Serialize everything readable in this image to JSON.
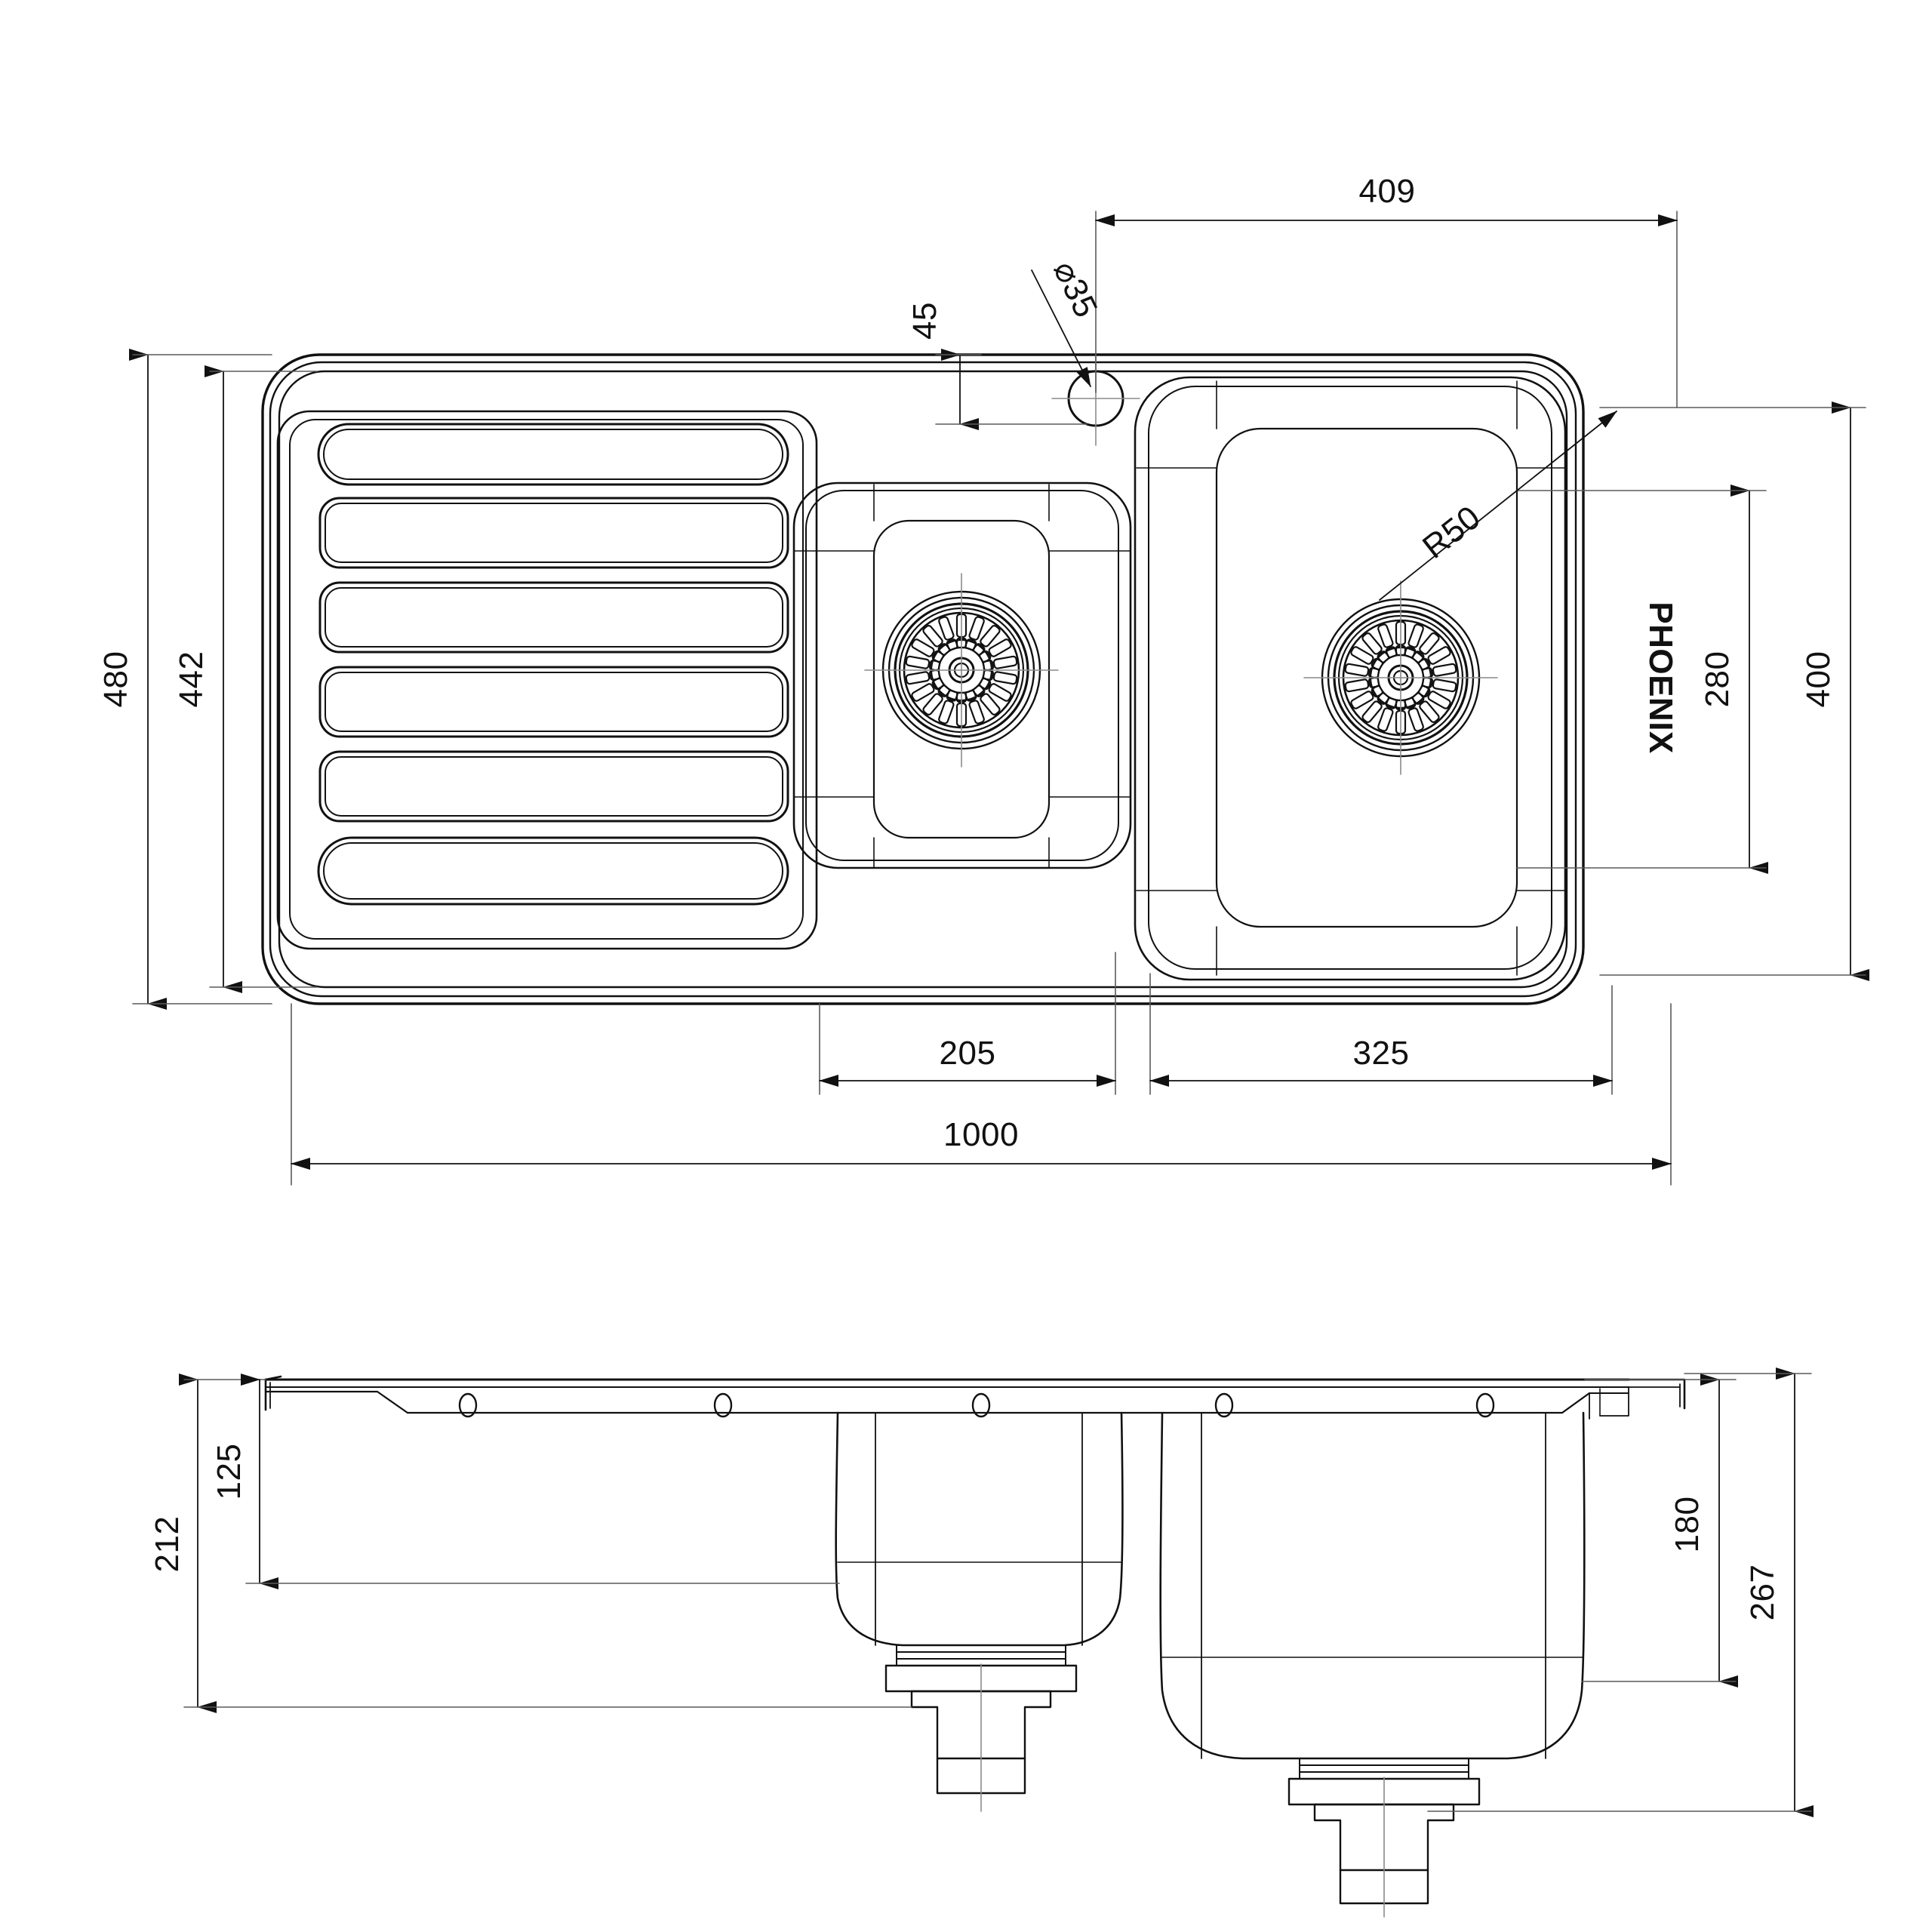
{
  "drawing": {
    "title": "Kitchen Sink Technical Drawing",
    "brand_logo": "PHOENIX",
    "units": "mm",
    "line_color": "#111111",
    "thin_line_color": "#5a5a5a"
  },
  "plan_view": {
    "name": "plan-view",
    "dimensions": {
      "overall_width": "1000",
      "overall_depth": "480",
      "inner_depth": "442",
      "bowl_offset_from_right": "409",
      "taphole_setback": "45",
      "taphole_diameter": "⌀35",
      "corner_radius": "R50",
      "small_bowl_width": "205",
      "large_bowl_width": "325",
      "large_bowl_depth": "280",
      "bowl_zone_depth": "400"
    }
  },
  "elevation_view": {
    "name": "elevation-view",
    "dimensions": {
      "overall_height": "212",
      "small_bowl_depth": "125",
      "large_bowl_depth": "180",
      "total_height_right": "267"
    }
  },
  "labels": {
    "d409": "409",
    "d45": "45",
    "d35": "⌀35",
    "d480": "480",
    "d442": "442",
    "d280": "280",
    "d400": "400",
    "dR50": "R50",
    "d205": "205",
    "d325": "325",
    "d1000": "1000",
    "d212": "212",
    "d125": "125",
    "d180": "180",
    "d267": "267",
    "logo": "PHOENIX"
  }
}
